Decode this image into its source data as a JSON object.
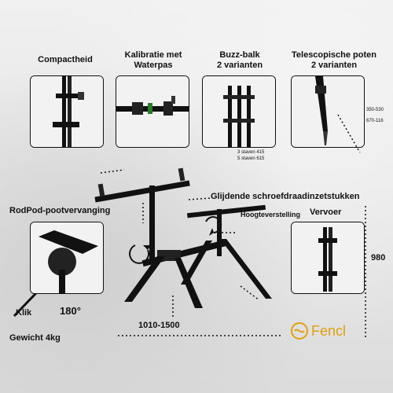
{
  "features": [
    {
      "title": "Compactheid"
    },
    {
      "title": "Kalibratie met\nWaterpas"
    },
    {
      "title": "Buzz-balk\n2 varianten"
    },
    {
      "title": "Telescopische poten\n2 varianten"
    }
  ],
  "buzz_bar_notes": [
    "3 staven 415",
    "5 staven 615"
  ],
  "leg_notes": [
    "350-530",
    "670-116"
  ],
  "labels": {
    "threaded_inserts": "Glijdende schroefdraadinzetstukken",
    "leg_replacement": "RodPod-pootvervanging",
    "height_adjust": "Hoogteverstelling",
    "transport": "Vervoer",
    "height_value": "980",
    "width_value": "1010-1500",
    "click": "Klik",
    "angle": "180°",
    "weight": "Gewicht 4kg"
  },
  "brand": {
    "name": "Fencl",
    "color": "#e0a010"
  }
}
